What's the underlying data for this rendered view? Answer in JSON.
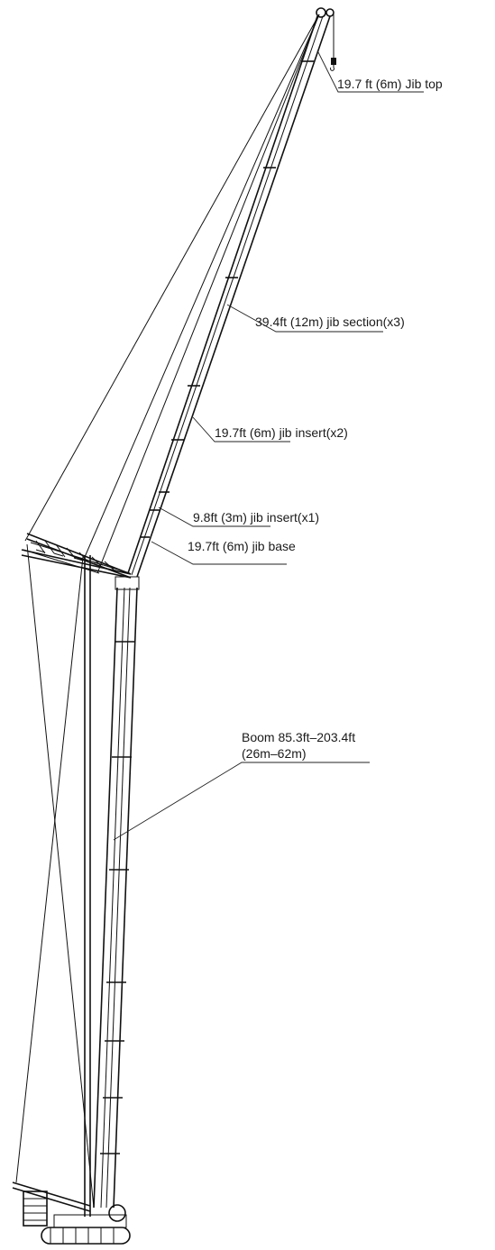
{
  "labels": {
    "jib_top": "19.7 ft (6m) Jib top",
    "jib_section": "39.4ft (12m) jib section(x3)",
    "jib_insert_6m": "19.7ft (6m) jib insert(x2)",
    "jib_insert_3m": "9.8ft (3m) jib insert(x1)",
    "jib_base": "19.7ft (6m) jib base",
    "boom_line1": "Boom 85.3ft–203.4ft",
    "boom_line2": "(26m–62m)"
  }
}
